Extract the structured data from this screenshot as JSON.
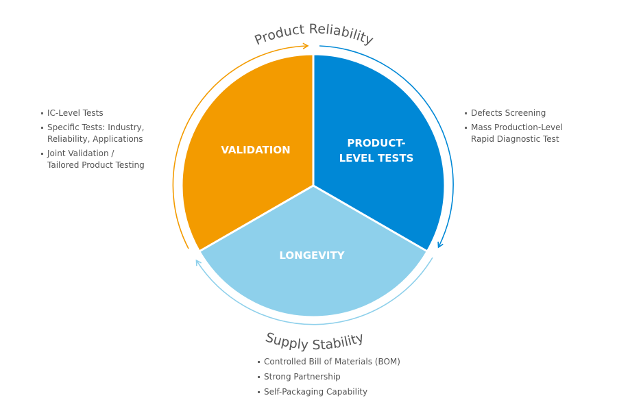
{
  "segments": {
    "validation": {
      "label": "VALIDATION",
      "color": "#F39B00"
    },
    "product_tests": {
      "label_line1": "PRODUCT-",
      "label_line2": "LEVEL TESTS",
      "color": "#0088D6"
    },
    "longevity": {
      "label": "LONGEVITY",
      "color": "#8ED0EB"
    }
  },
  "arcs": {
    "product_reliability": {
      "title": "Product Reliability"
    },
    "supply_stability": {
      "title": "Supply Stability"
    }
  },
  "lists": {
    "validation": [
      "IC-Level Tests",
      "Specific Tests: Industry,\nReliability, Applications",
      "Joint Validation /\nTailored Product Testing"
    ],
    "product_tests": [
      "Defects Screening",
      "Mass Production-Level\nRapid Diagnostic Test"
    ],
    "supply": [
      "Controlled Bill of Materials (BOM)",
      "Strong Partnership",
      "Self-Packaging Capability"
    ]
  }
}
